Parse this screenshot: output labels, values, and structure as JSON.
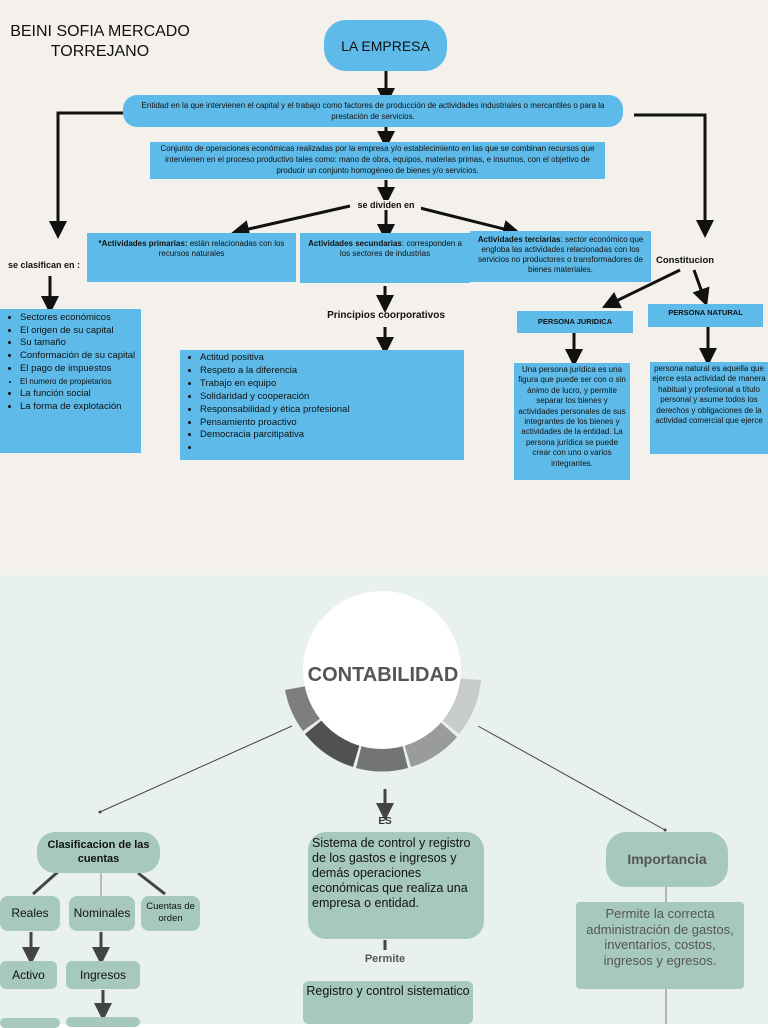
{
  "author": "BEINI SOFIA MERCADO TORREJANO",
  "empresa": {
    "title": "LA EMPRESA",
    "definition": "Entidad en la que intervienen el capital y el trabajo como factores de producción de actividades industriales o mercantiles o para la prestación de servicios.",
    "conjunto": "Conjunto de operaciones económicas realizadas por la empresa y/o establecimiento en las que se combinan recursos que intervienen en el proceso productivo tales como: mano de obra, equipos, materias primas, e insumos, con el objetivo de producir un conjunto homogéneo de bienes y/o servicios.",
    "se_dividen": "se dividen en",
    "se_clasifican": "se clasifican en :",
    "constitucion": "Constitucion",
    "primarias_title": "*Actividades primarias:",
    "primarias_text": " están relacionadas con los recursos naturales",
    "secundarias_title": "Actividades secundarias",
    "secundarias_text": ": corresponden a los sectores de industrias",
    "terciarias_title": "Actividades terciarias",
    "terciarias_text": ": sector económico que engloba las actividades relacionadas con los servicios no productores o transformadores de bienes materiales.",
    "principios_label": "Principios coorporativos",
    "clasificacion_items": [
      "Sectores económicos",
      "El origen de su capital",
      "Su tamaño",
      "Conformación de su capital",
      "El pago de impuestos",
      "El numero de propietarios",
      "La función social",
      "La  forma de explotación"
    ],
    "principios_items": [
      "Actitud positiva",
      "Respeto a la diferencia",
      "Trabajo en equipo",
      "Solidaridad y cooperación",
      "Responsabilidad y ética profesional",
      "Pensamiento proactivo",
      "Democracia parcitipativa",
      ""
    ],
    "persona_juridica": "PERSONA JURIDICA",
    "persona_natural": "PERSONA NATURAL",
    "juridica_desc": "Una persona jurídica es una figura que puede ser con o sin ánimo de lucro, y permite separar los bienes y actividades personales de sus integrantes de los bienes y actividades de la entidad. La persona jurídica se puede crear con uno o varios integrantes.",
    "natural_desc": "persona natural es aquella que ejerce esta actividad de manera habitual y profesional a título personal y asume todos los derechos y obligaciones de la actividad comercial que ejerce"
  },
  "contabilidad": {
    "title": "CONTABILIDAD",
    "es": "ES",
    "sistema": "Sistema de control y registro de los gastos e ingresos y demás operaciones económicas que realiza una empresa o entidad.",
    "permite": "Permite",
    "registro": "Registro y control sistematico",
    "clasificacion": "Clasificacion de las cuentas",
    "reales": "Reales",
    "nominales": "Nominales",
    "orden": "Cuentas de orden",
    "activo": "Activo",
    "ingresos": "Ingresos",
    "importancia": "Importancia",
    "importancia_desc": "Permite la correcta administración de gastos, inventarios, costos, ingresos y egresos."
  },
  "colors": {
    "blue": "#5ebbe9",
    "green": "#a6c9bc",
    "cream": "#f4f0eb",
    "mint": "#e8f1f0"
  }
}
